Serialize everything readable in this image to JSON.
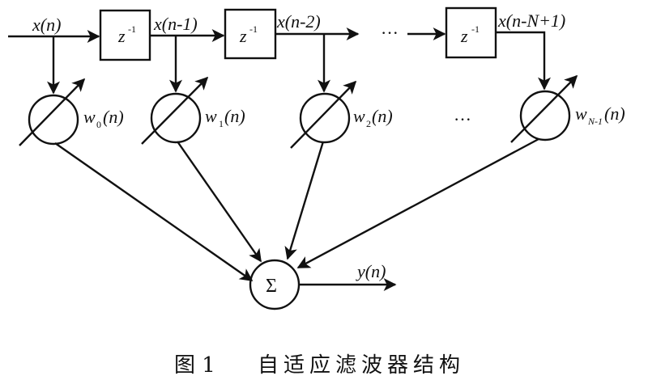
{
  "diagram": {
    "type": "adaptive FIR (transversal) filter structure",
    "input_label": "x(n)",
    "delay_label": "z",
    "delay_exponent": "-1",
    "delay_outputs": [
      "x(n-1)",
      "x(n-2)",
      "x(n-N+1)"
    ],
    "ellipsis": "···",
    "weights": [
      {
        "base": "w",
        "sub": "0",
        "arg": "(n)"
      },
      {
        "base": "w",
        "sub": "1",
        "arg": "(n)"
      },
      {
        "base": "w",
        "sub": "2",
        "arg": "(n)"
      },
      {
        "base": "w",
        "sub": "N-1",
        "arg": "(n)"
      }
    ],
    "sum_symbol": "Σ",
    "output_label": "y(n)",
    "nodes": [
      "x(n)",
      "z^-1",
      "z^-1",
      "z^-1",
      "w0(n)",
      "w1(n)",
      "w2(n)",
      "wN-1(n)",
      "Σ",
      "y(n)"
    ],
    "edges": [
      [
        "x(n)",
        "z^-1 #1"
      ],
      [
        "z^-1 #1",
        "z^-1 #2"
      ],
      [
        "z^-1 #2",
        "..."
      ],
      [
        "...",
        "z^-1 #N-1"
      ],
      [
        "x(n)",
        "w0(n)"
      ],
      [
        "x(n-1)",
        "w1(n)"
      ],
      [
        "x(n-2)",
        "w2(n)"
      ],
      [
        "x(n-N+1)",
        "wN-1(n)"
      ],
      [
        "w0(n)",
        "Σ"
      ],
      [
        "w1(n)",
        "Σ"
      ],
      [
        "w2(n)",
        "Σ"
      ],
      [
        "wN-1(n)",
        "Σ"
      ],
      [
        "Σ",
        "y(n)"
      ]
    ]
  },
  "caption": {
    "figure_label": "图 1",
    "title": "自适应滤波器结构"
  }
}
